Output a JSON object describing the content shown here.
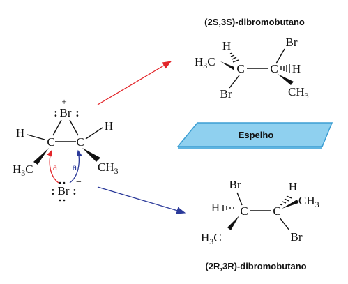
{
  "labels": {
    "top_title": "(2S,3S)-dibromobutano",
    "bottom_title": "(2R,3R)-dibromobutano",
    "mirror": "Espelho"
  },
  "bromonium": {
    "br_plus": "Br",
    "plus": "+",
    "colon": ":",
    "carbon": "C",
    "H": "H",
    "CH3": "CH",
    "H3C": "H",
    "arrow_label": "a",
    "bromide": "Br",
    "minus": "−",
    "sub3": "3",
    "C_in_H3C": "C"
  },
  "top_molecule": {
    "H3C_H": "H",
    "sub3": "3",
    "C": "C",
    "H": "H",
    "Br": "Br",
    "CH3": "CH"
  },
  "bottom_molecule": {
    "H3C_H": "H",
    "sub3": "3",
    "C": "C",
    "H": "H",
    "Br": "Br",
    "CH3": "CH"
  },
  "colors": {
    "red_arrow": "#e3262a",
    "blue_arrow": "#2b3a9a",
    "mirror_fill": "#8fd0ef",
    "mirror_edge": "#3c9ed3",
    "ink": "#1a1a1a"
  }
}
